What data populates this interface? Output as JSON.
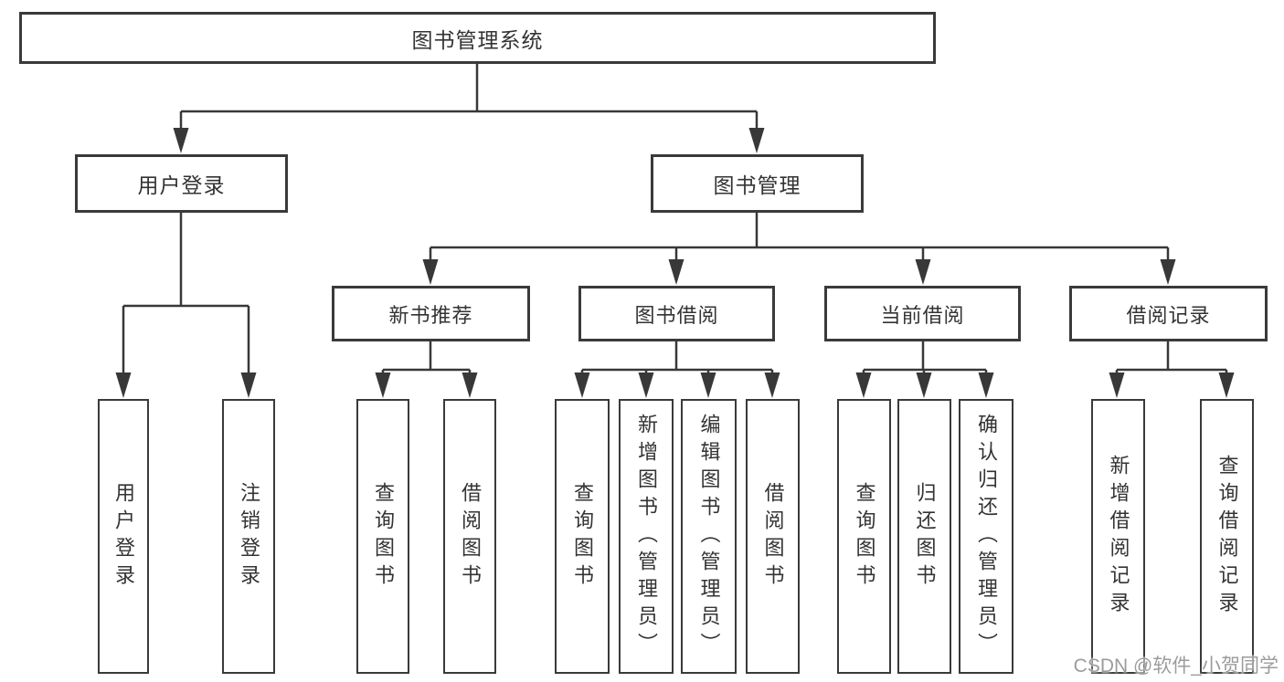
{
  "tree": {
    "root": {
      "label": "图书管理系统"
    },
    "user_login": {
      "label": "用户登录",
      "children": [
        {
          "label": "用户登录"
        },
        {
          "label": "注销登录"
        }
      ]
    },
    "book_management": {
      "label": "图书管理",
      "groups": [
        {
          "label": "新书推荐",
          "children": [
            {
              "label": "查询图书"
            },
            {
              "label": "借阅图书"
            }
          ]
        },
        {
          "label": "图书借阅",
          "children": [
            {
              "label": "查询图书"
            },
            {
              "label": "新增图书（管理员）"
            },
            {
              "label": "编辑图书（管理员）"
            },
            {
              "label": "借阅图书"
            }
          ]
        },
        {
          "label": "当前借阅",
          "children": [
            {
              "label": "查询图书"
            },
            {
              "label": "归还图书"
            },
            {
              "label": "确认归还（管理员）"
            }
          ]
        },
        {
          "label": "借阅记录",
          "children": [
            {
              "label": "新增借阅记录"
            },
            {
              "label": "查询借阅记录"
            }
          ]
        }
      ]
    }
  },
  "watermark": {
    "text": "CSDN @软件_小贺同学"
  },
  "colors": {
    "line": "#383838",
    "box_border": "#3a3a3a",
    "text": "#333333",
    "background": "#ffffff",
    "watermark": "#9c9c9c"
  }
}
